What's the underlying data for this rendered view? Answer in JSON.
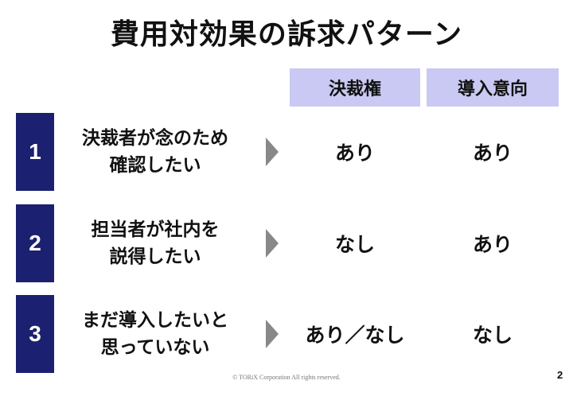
{
  "title": "費用対効果の訴求パターン",
  "headers": {
    "col1": "決裁権",
    "col2": "導入意向"
  },
  "rows": [
    {
      "number": "1",
      "label_line1": "決裁者が念のため",
      "label_line2": "確認したい",
      "col1": "あり",
      "col2": "あり"
    },
    {
      "number": "2",
      "label_line1": "担当者が社内を",
      "label_line2": "説得したい",
      "col1": "なし",
      "col2": "あり"
    },
    {
      "number": "3",
      "label_line1": "まだ導入したいと",
      "label_line2": "思っていない",
      "col1": "あり／なし",
      "col2": "なし"
    }
  ],
  "footer": "© TORiX Corporation All rights reserved.",
  "page_number": "2",
  "colors": {
    "number_box": "#1c2070",
    "header_bg": "#c9c9f3",
    "arrow": "#888888"
  }
}
